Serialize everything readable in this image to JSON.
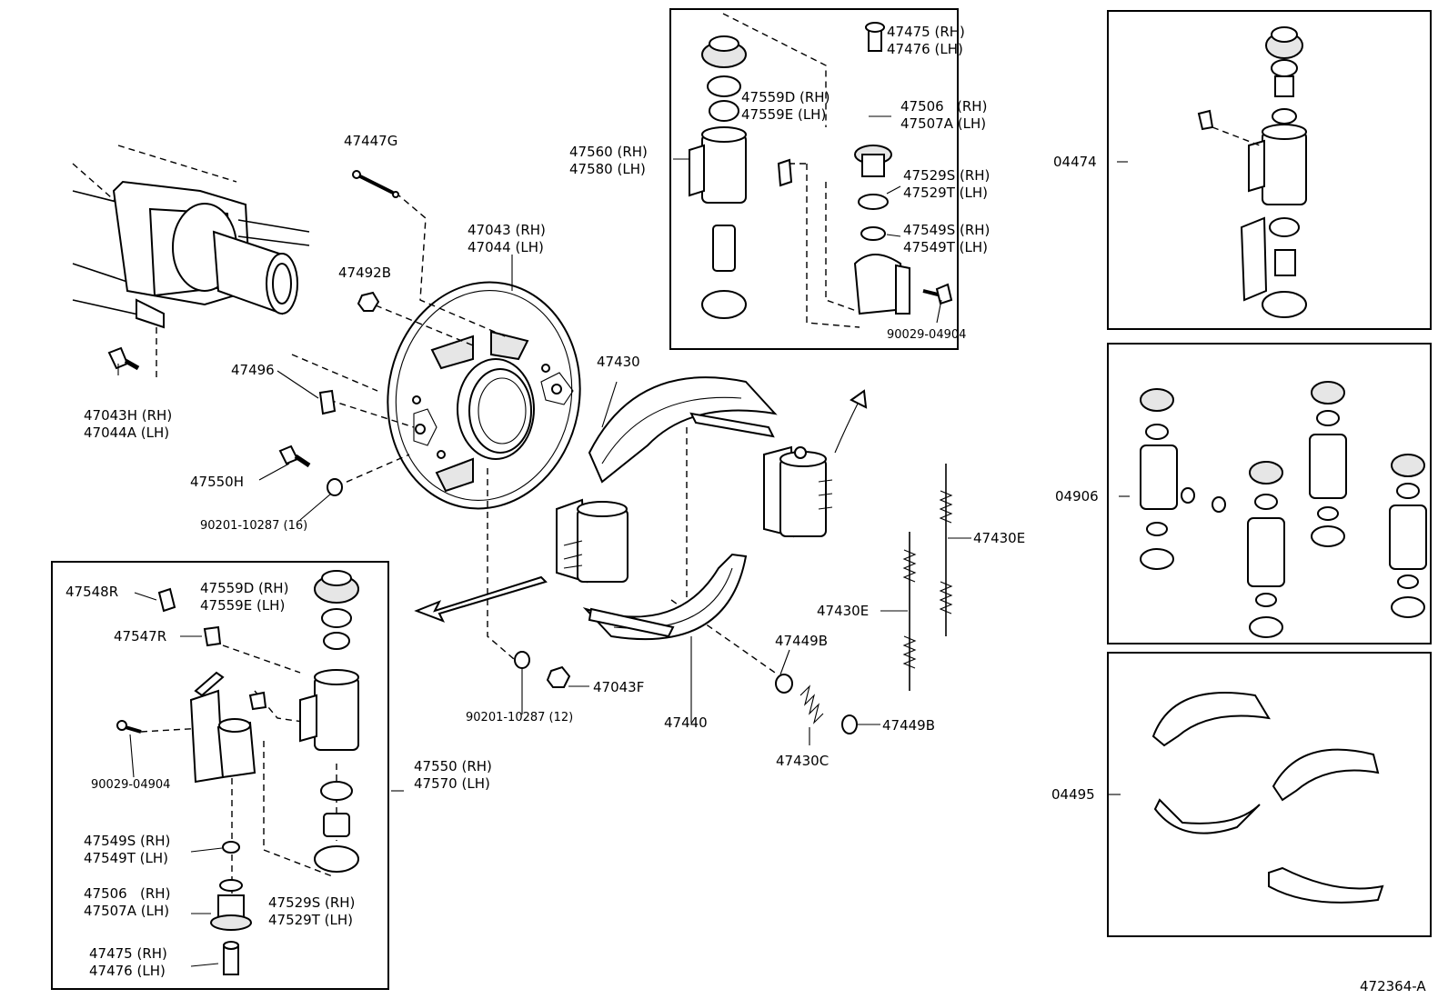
{
  "diagram_id": "472364-A",
  "callouts": {
    "c47447G": "47447G",
    "c47492B": "47492B",
    "c47496": "47496",
    "c47043H": [
      "47043H (RH)",
      "47044A (LH)"
    ],
    "c47550H": "47550H",
    "c90201_16": "90201-10287 (16)",
    "c47043": [
      "47043 (RH)",
      "47044 (LH)"
    ],
    "c47430": "47430",
    "c47043F": "47043F",
    "c90201_12": "90201-10287 (12)",
    "c47440": "47440",
    "c47449B_a": "47449B",
    "c47449B_b": "47449B",
    "c47430C": "47430C",
    "c47430E_a": "47430E",
    "c47430E_b": "47430E"
  },
  "top_box": {
    "c47560": [
      "47560 (RH)",
      "47580 (LH)"
    ],
    "c47475": [
      "47475 (RH)",
      "47476 (LH)"
    ],
    "c47559D": [
      "47559D (RH)",
      "47559E (LH)"
    ],
    "c47506": [
      "47506   (RH)",
      "47507A (LH)"
    ],
    "c47529S": [
      "47529S (RH)",
      "47529T (LH)"
    ],
    "c47549S": [
      "47549S (RH)",
      "47549T (LH)"
    ],
    "c90029": "90029-04904"
  },
  "bottom_box": {
    "c47548R": "47548R",
    "c47547R": "47547R",
    "c47559D": [
      "47559D (RH)",
      "47559E (LH)"
    ],
    "c90029": "90029-04904",
    "c47550": [
      "47550 (RH)",
      "47570 (LH)"
    ],
    "c47549S": [
      "47549S (RH)",
      "47549T (LH)"
    ],
    "c47506": [
      "47506   (RH)",
      "47507A (LH)"
    ],
    "c47529S": [
      "47529S (RH)",
      "47529T (LH)"
    ],
    "c47475": [
      "47475 (RH)",
      "47476 (LH)"
    ]
  },
  "kits": {
    "k04474": "04474",
    "k04906": "04906",
    "k04495": "04495"
  }
}
